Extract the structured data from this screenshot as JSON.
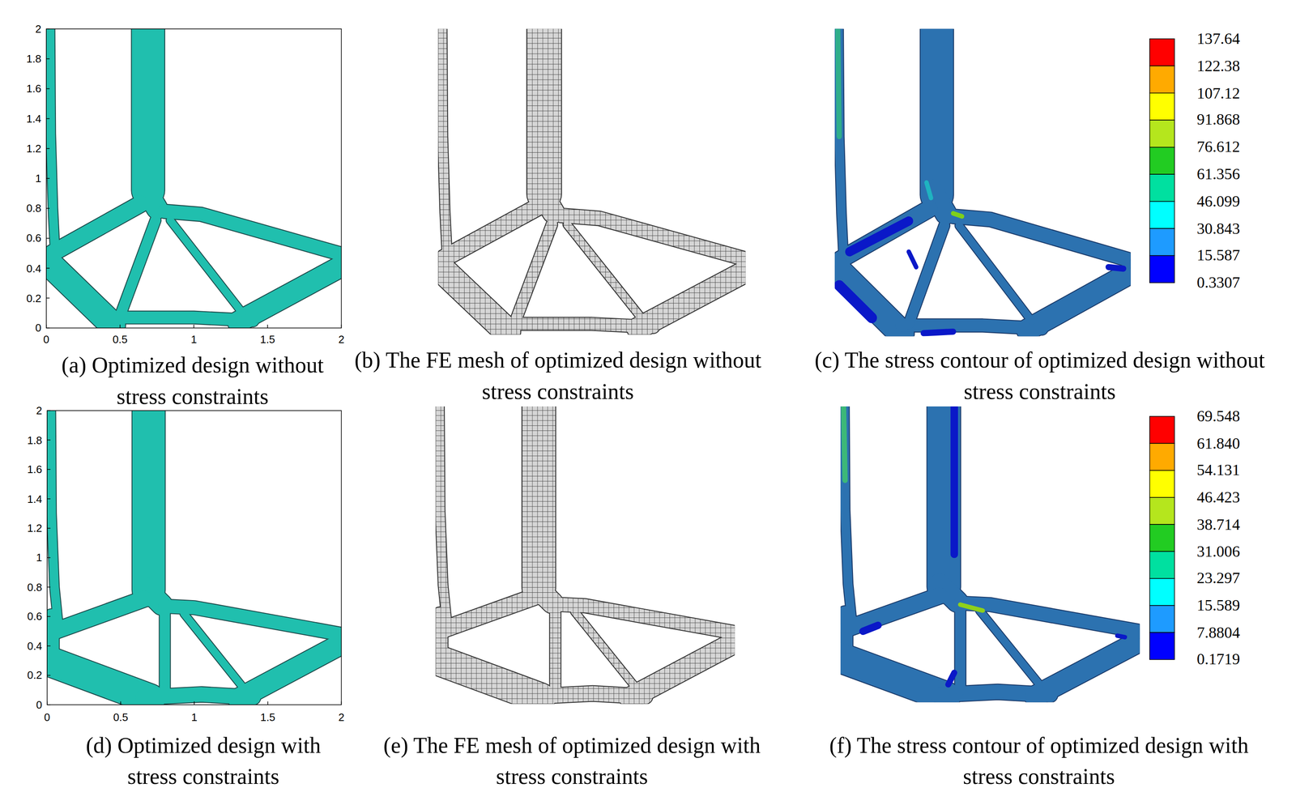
{
  "diagram": {
    "labels": [
      "(a) Optimized design without stress constraints",
      "2",
      "1.8",
      "1.6",
      "1.4",
      "1.2",
      "1",
      "0.8",
      "0.6",
      "0.4",
      "0.2",
      "0",
      "0",
      "0.5",
      "1",
      "1.5",
      "2",
      "(b) The FE mesh of optimized design without stress constraints",
      "(c) The stress contour of optimized design without stress constraints",
      "137.64",
      "122.38",
      "107.12",
      "91.868",
      "76.612",
      "61.356",
      "46.099",
      "30.843",
      "15.587",
      "0.3307",
      "(d) Optimized design with stress constraints",
      "2",
      "1.8",
      "1.6",
      "1.4",
      "1.2",
      "1",
      "0.8",
      "0.6",
      "0.4",
      "0.2",
      "0",
      "0",
      "0.5",
      "1",
      "1.5",
      "2",
      "(e) The FE mesh of optimized design with stress constraints",
      "(f) The stress contour of optimized design with stress constraints",
      "69.548",
      "61.840",
      "54.131",
      "46.423",
      "38.714",
      "31.006",
      "23.297",
      "15.589",
      "7.8804",
      "0.1719"
    ]
  }
}
